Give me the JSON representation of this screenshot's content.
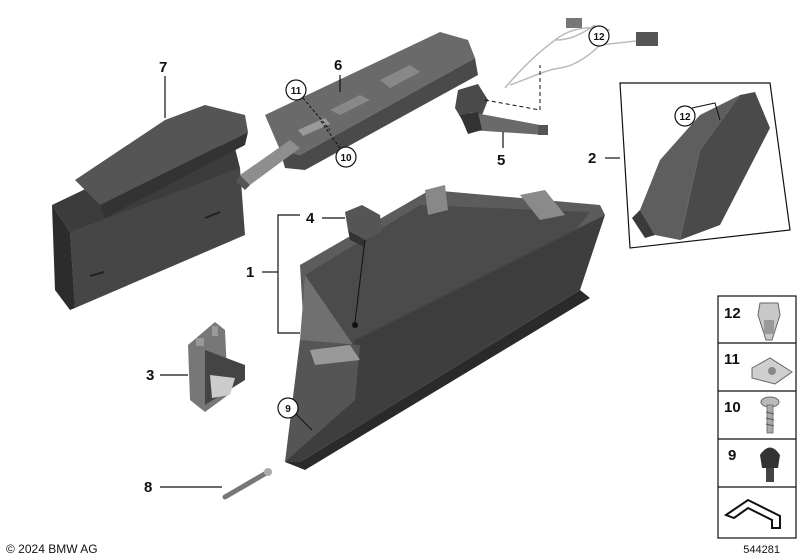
{
  "callouts": {
    "p1": "1",
    "p2": "2",
    "p3": "3",
    "p4": "4",
    "p5": "5",
    "p6": "6",
    "p7": "7",
    "p8": "8",
    "c9": "9",
    "c10": "10",
    "c11": "11",
    "c12a": "12",
    "c12b": "12"
  },
  "legend": [
    {
      "label": "12",
      "icon": "clip-nut-icon"
    },
    {
      "label": "11",
      "icon": "spring-nut-icon"
    },
    {
      "label": "10",
      "icon": "screw-icon"
    },
    {
      "label": "9",
      "icon": "rubber-buffer-icon"
    }
  ],
  "footer": {
    "copyright": "© 2024 BMW AG",
    "diagram_number": "544281"
  },
  "colors": {
    "part_dark": "#3f3f3f",
    "part_mid": "#5a5a5a",
    "part_light": "#8a8a8a",
    "line": "#111111"
  }
}
